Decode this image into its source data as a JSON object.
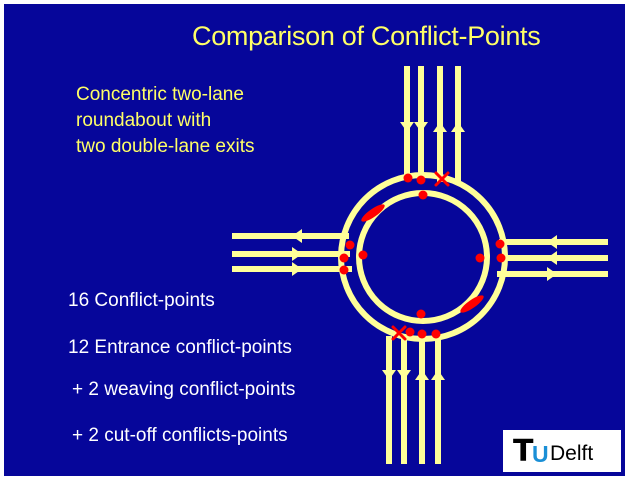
{
  "title": "Comparison of Conflict-Points",
  "description": [
    "Concentric two-lane",
    "roundabout with",
    "two double-lane exits"
  ],
  "stats": [
    "16 Conflict-points",
    "12 Entrance conflict-points",
    "+  2 weaving conflict-points",
    "+  2 cut-off conflicts-points"
  ],
  "logo": {
    "t": "T",
    "u": "U",
    "delft": "Delft"
  },
  "colors": {
    "background": "#06069a",
    "road": "#ffff99",
    "conflict": "#ff0000",
    "title": "#ffff66"
  }
}
